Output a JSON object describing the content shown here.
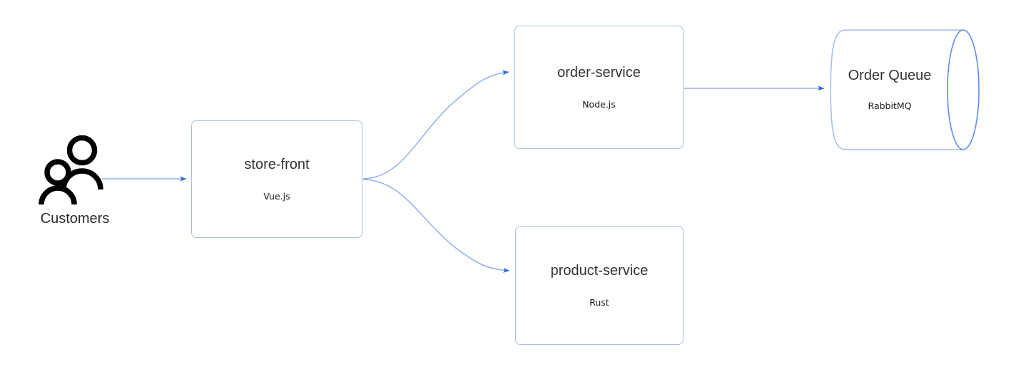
{
  "diagram": {
    "type": "architecture-flow-diagram",
    "background_color": "#ffffff",
    "edge_line_color": "#8fb0e8",
    "edge_arrow_color": "#2e6bd6",
    "node_border_color": "#a5c0ee",
    "node_fill_color": "#ffffff",
    "title_text_color": "#333333",
    "actor_color": "#000000"
  },
  "nodes": {
    "customers": {
      "label": "Customers",
      "icon": "two-people-actor-icon",
      "shape": "actor"
    },
    "store_front": {
      "title": "store-front",
      "subtitle": "Vue.js",
      "shape": "rounded-rectangle"
    },
    "order_service": {
      "title": "order-service",
      "subtitle": "Node.js",
      "shape": "rounded-rectangle"
    },
    "product_service": {
      "title": "product-service",
      "subtitle": "Rust",
      "shape": "rounded-rectangle"
    },
    "order_queue": {
      "title": "Order Queue",
      "subtitle": "RabbitMQ",
      "shape": "cylinder"
    }
  },
  "edges": [
    {
      "id": "customers-to-store-front",
      "from": "customers",
      "to": "store_front",
      "style": "straight",
      "arrow": "end"
    },
    {
      "id": "store-front-to-order-service",
      "from": "store_front",
      "to": "order_service",
      "style": "curved-up",
      "arrow": "end"
    },
    {
      "id": "store-front-to-product-service",
      "from": "store_front",
      "to": "product_service",
      "style": "curved-down",
      "arrow": "end"
    },
    {
      "id": "order-service-to-order-queue",
      "from": "order_service",
      "to": "order_queue",
      "style": "straight",
      "arrow": "end"
    }
  ]
}
